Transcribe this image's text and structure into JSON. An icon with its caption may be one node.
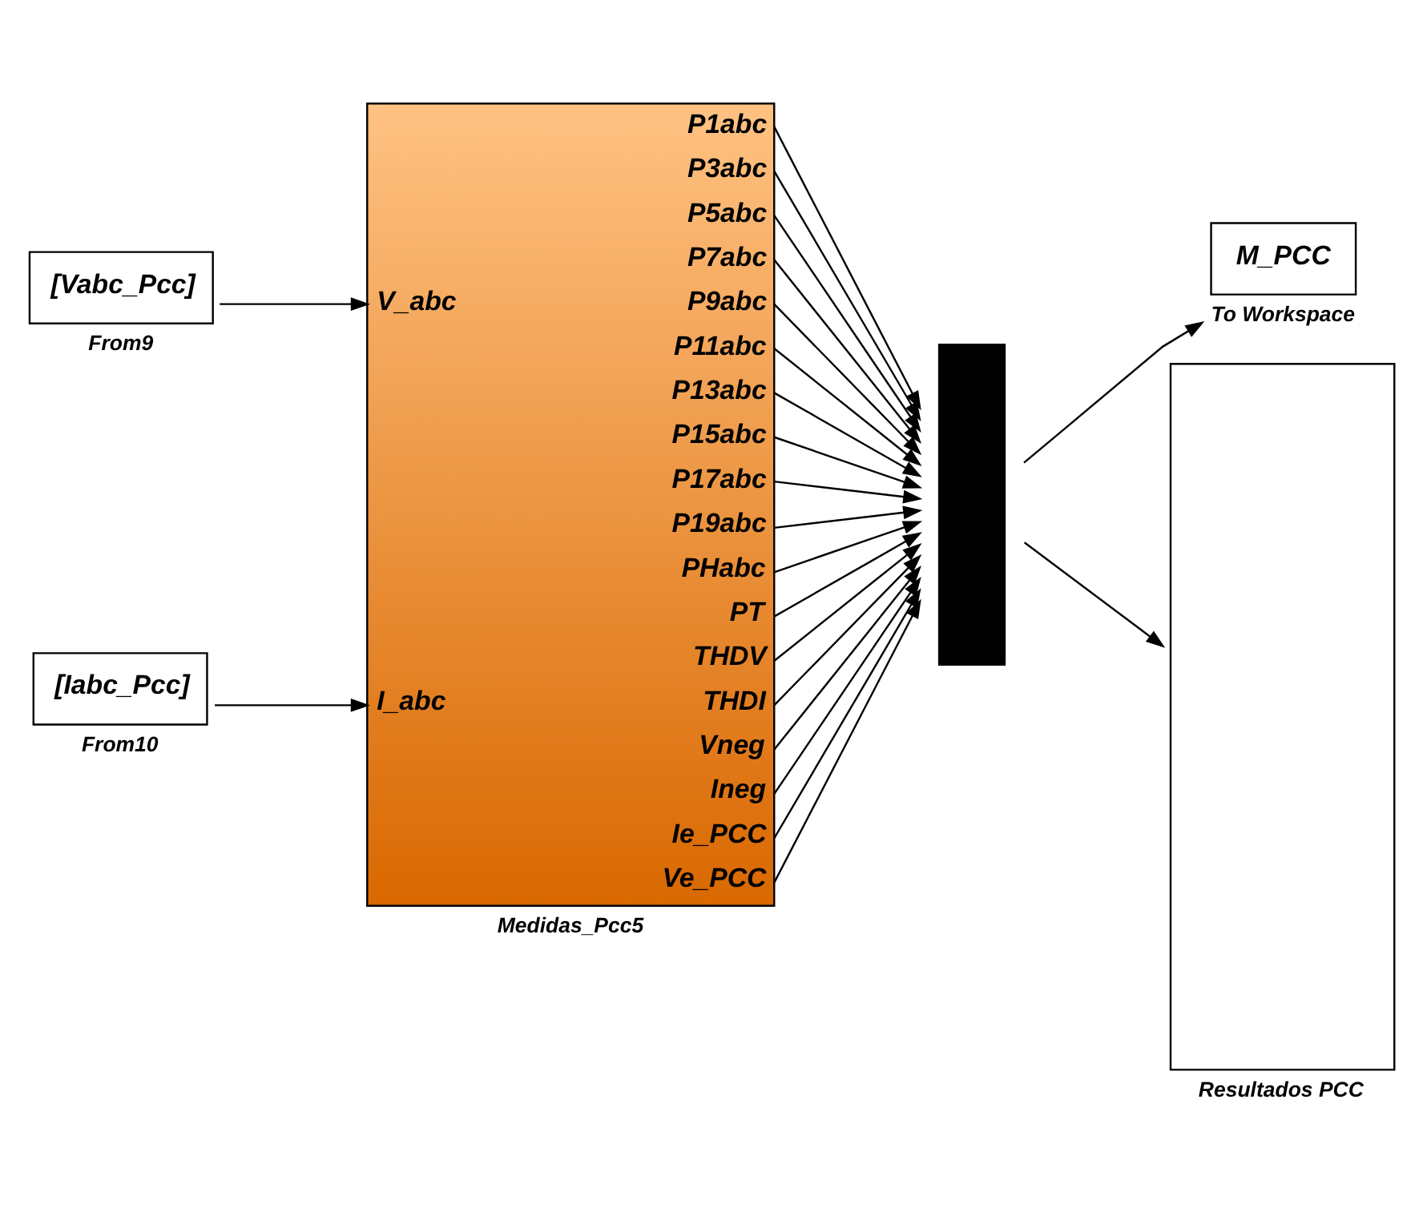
{
  "diagram": {
    "nodes": [
      {
        "text": [
          "[Vabc_Pcc]"
        ],
        "beside": [
          "From9"
        ]
      },
      {
        "text": [
          "[Iabc_Pcc]"
        ],
        "beside": [
          "From10"
        ]
      },
      {
        "text": [
          "V_abc",
          "I_abc",
          "P1abc",
          "P3abc",
          "P5abc",
          "P7abc",
          "P9abc",
          "P11abc",
          "P13abc",
          "P15abc",
          "P17abc",
          "P19abc",
          "PHabc",
          "PT",
          "THDV",
          "THDI",
          "Vneg",
          "Ineg",
          "Ie_PCC",
          "Ve_PCC"
        ],
        "beside": [
          "Medidas_Pcc5"
        ]
      },
      {
        "text": [],
        "shape": "bar"
      },
      {
        "text": [
          "M_PCC"
        ],
        "beside": [
          "To Workspace"
        ]
      },
      {
        "text": [],
        "shape": "box",
        "beside": [
          "Resultados PCC"
        ]
      }
    ],
    "edges": [
      {
        "from": 0,
        "to": 2,
        "arrow": "to"
      },
      {
        "from": 1,
        "to": 2,
        "arrow": "to"
      },
      {
        "from": 2,
        "to": 3,
        "arrow": "to"
      },
      {
        "from": 2,
        "to": 3,
        "arrow": "to"
      },
      {
        "from": 2,
        "to": 3,
        "arrow": "to"
      },
      {
        "from": 2,
        "to": 3,
        "arrow": "to"
      },
      {
        "from": 2,
        "to": 3,
        "arrow": "to"
      },
      {
        "from": 2,
        "to": 3,
        "arrow": "to"
      },
      {
        "from": 2,
        "to": 3,
        "arrow": "to"
      },
      {
        "from": 2,
        "to": 3,
        "arrow": "to"
      },
      {
        "from": 2,
        "to": 3,
        "arrow": "to"
      },
      {
        "from": 2,
        "to": 3,
        "arrow": "to"
      },
      {
        "from": 2,
        "to": 3,
        "arrow": "to"
      },
      {
        "from": 2,
        "to": 3,
        "arrow": "to"
      },
      {
        "from": 2,
        "to": 3,
        "arrow": "to"
      },
      {
        "from": 2,
        "to": 3,
        "arrow": "to"
      },
      {
        "from": 2,
        "to": 3,
        "arrow": "to"
      },
      {
        "from": 2,
        "to": 3,
        "arrow": "to"
      },
      {
        "from": 2,
        "to": 3,
        "arrow": "to"
      },
      {
        "from": 2,
        "to": 3,
        "arrow": "to"
      },
      {
        "from": 3,
        "to": 4,
        "arrow": "to"
      },
      {
        "from": 3,
        "to": 5,
        "arrow": "to"
      }
    ]
  }
}
